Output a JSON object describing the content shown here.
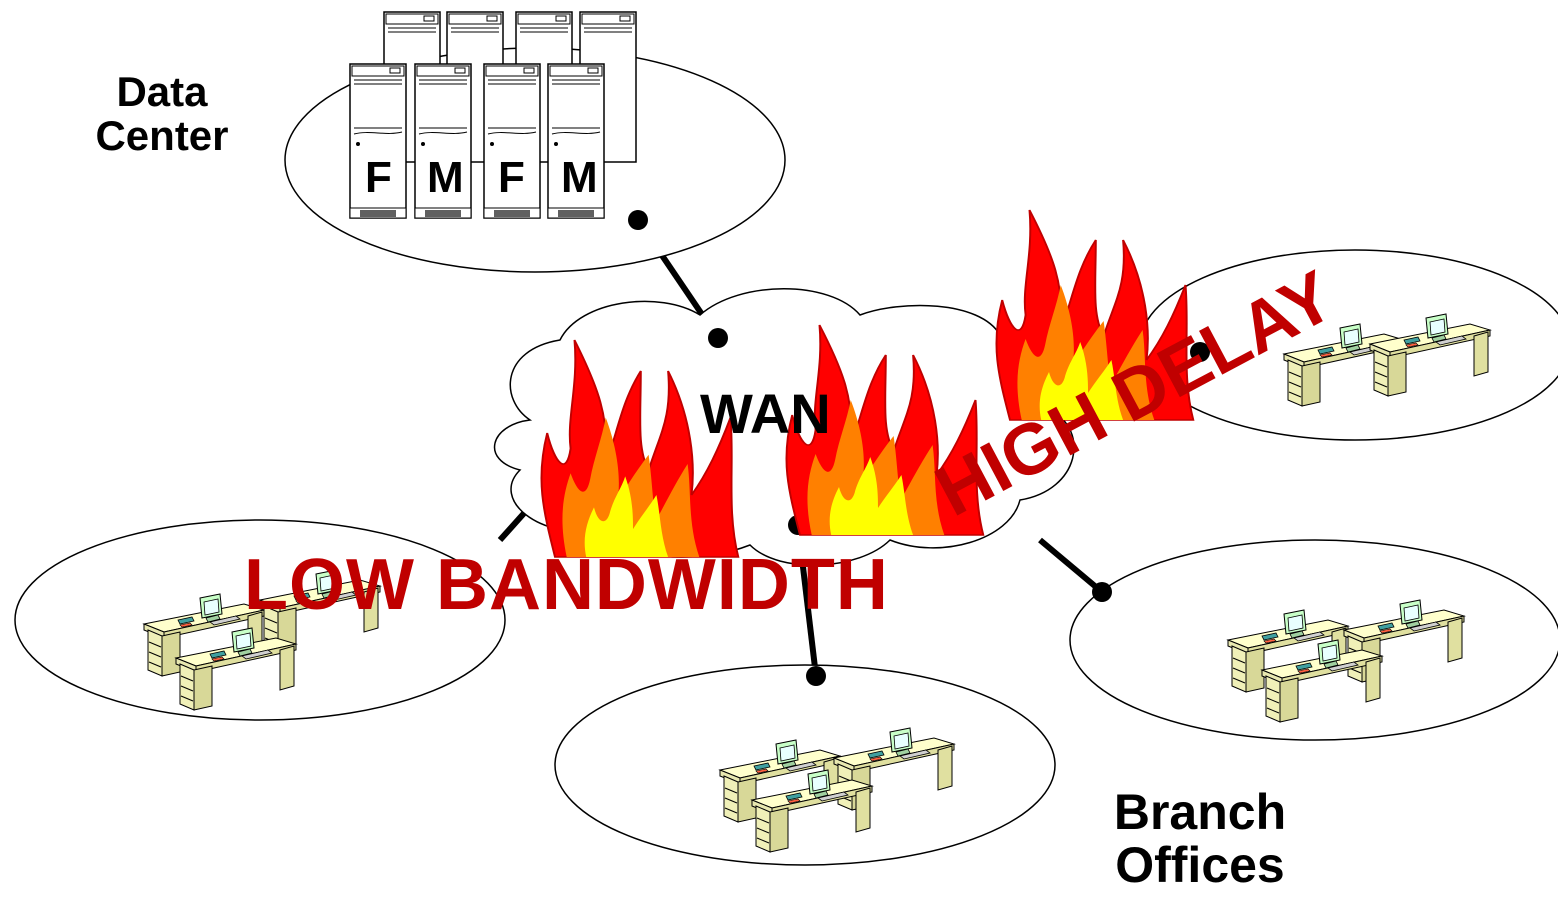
{
  "labels": {
    "data_center": "Data\nCenter",
    "branch_offices": "Branch\nOffices",
    "wan": "WAN",
    "low_bandwidth": "LOW BANDWIDTH",
    "high_delay": "HIGH DELAY"
  },
  "servers": {
    "front_letters": [
      "F",
      "M",
      "F",
      "M"
    ]
  },
  "colors": {
    "warning_text": "#c00000",
    "flame_outer": "#ff0000",
    "flame_mid": "#ff8000",
    "flame_inner": "#ffff00",
    "desk": "#ffffcc",
    "monitor": "#c8ffc8"
  }
}
